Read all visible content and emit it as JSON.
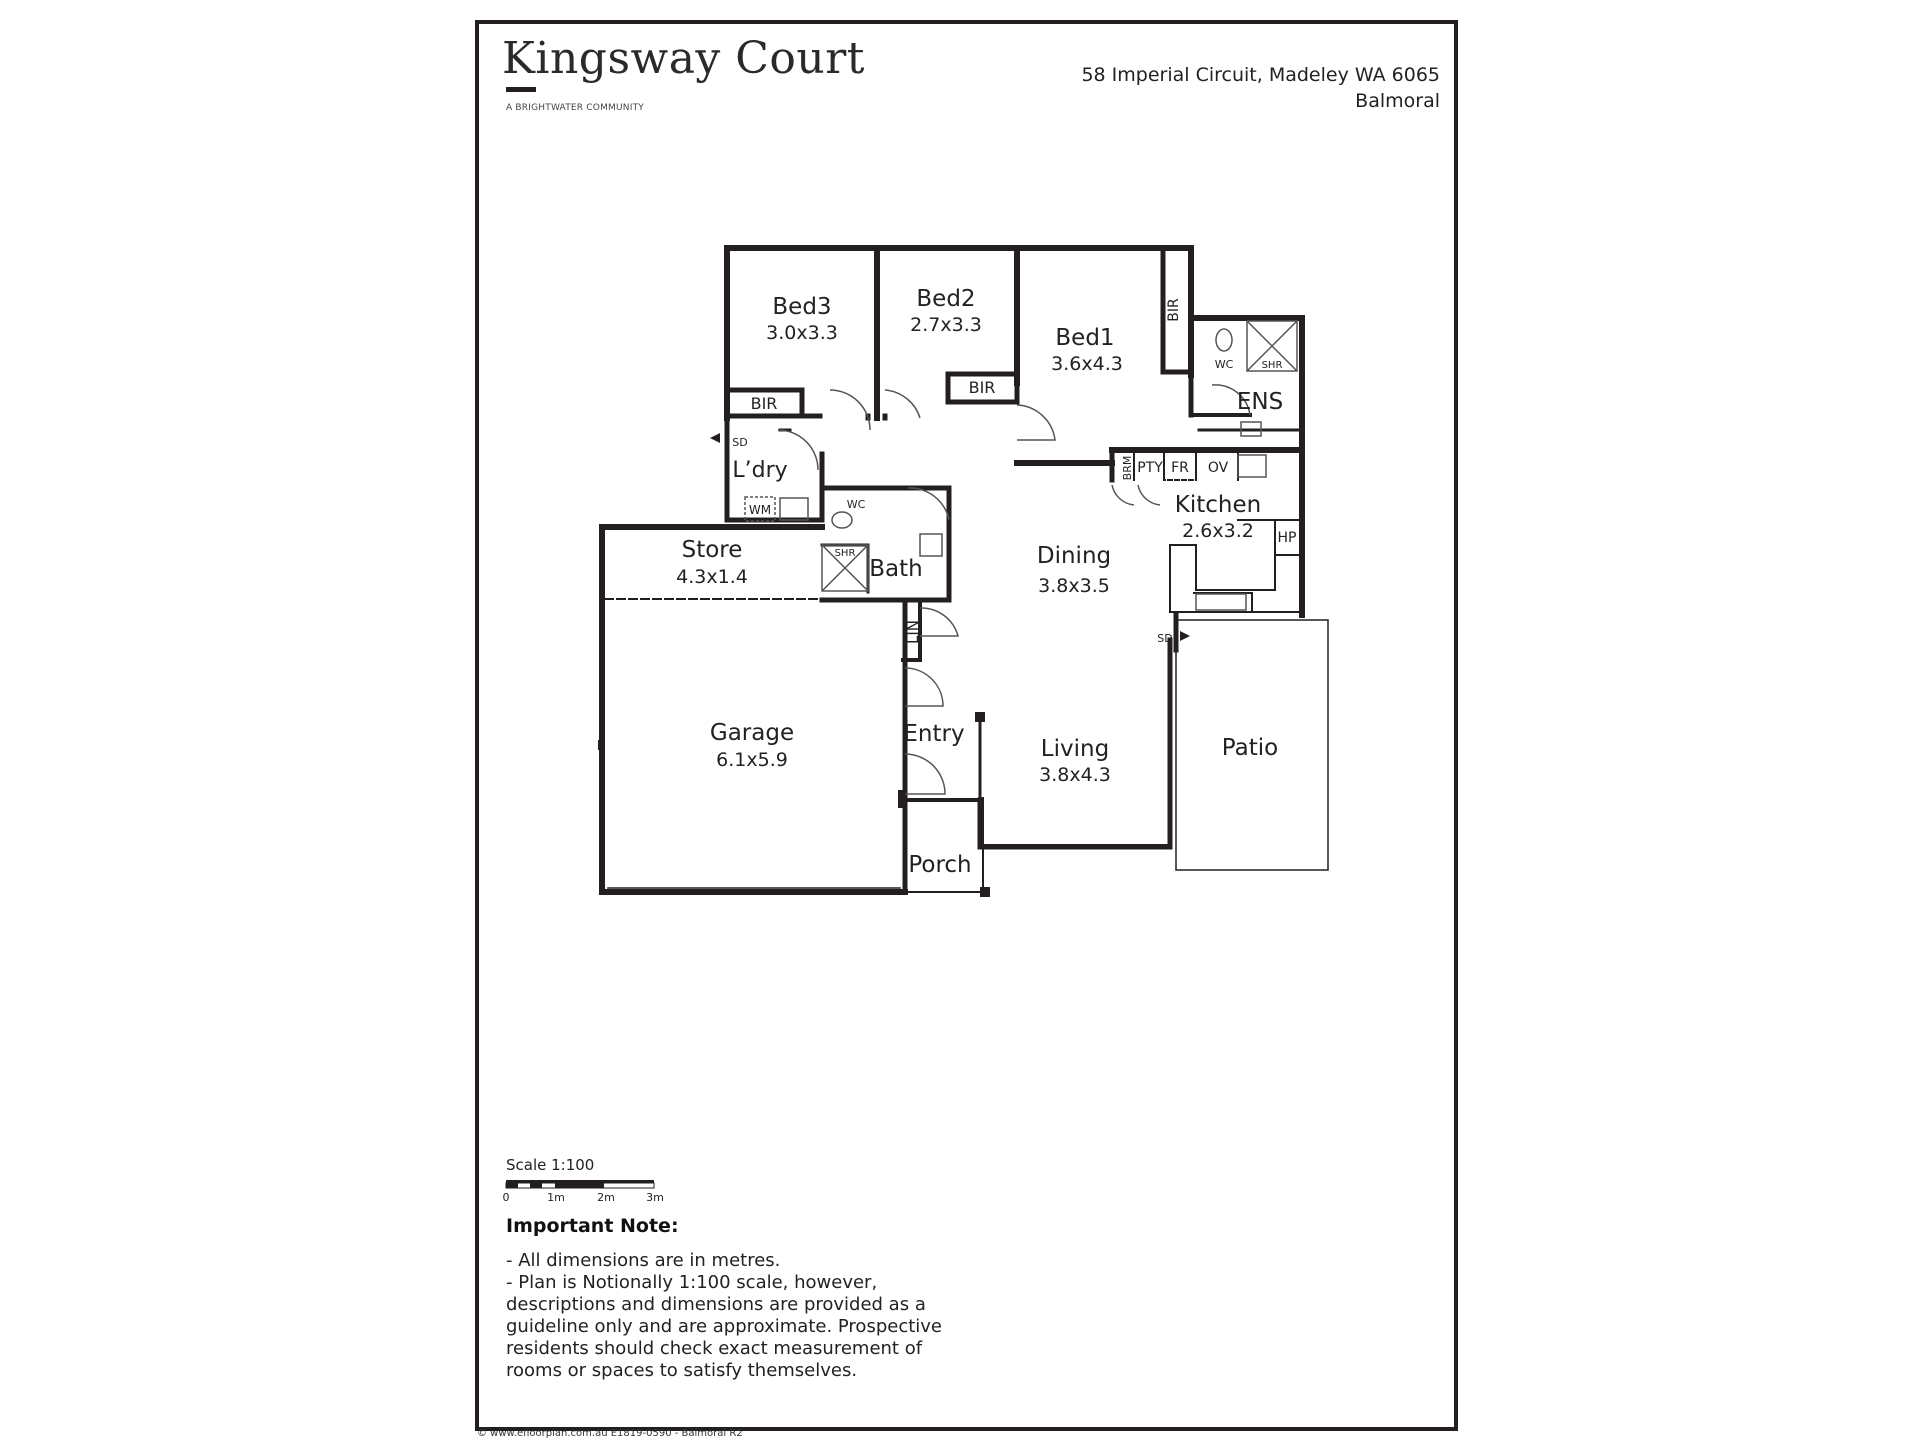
{
  "header": {
    "brand": "Kingsway Court",
    "tagline": "A BRIGHTWATER COMMUNITY",
    "address": "58 Imperial Circuit, Madeley WA 6065",
    "suburb": "Balmoral"
  },
  "rooms": {
    "bed3": {
      "name": "Bed3",
      "size": "3.0x3.3"
    },
    "bed2": {
      "name": "Bed2",
      "size": "2.7x3.3"
    },
    "bed1": {
      "name": "Bed1",
      "size": "3.6x4.3"
    },
    "ens": {
      "name": "ENS"
    },
    "laundry": {
      "name": "L’dry"
    },
    "store": {
      "name": "Store",
      "size": "4.3x1.4"
    },
    "bath": {
      "name": "Bath"
    },
    "dining": {
      "name": "Dining",
      "size": "3.8x3.5"
    },
    "kitchen": {
      "name": "Kitchen",
      "size": "2.6x3.2"
    },
    "garage": {
      "name": "Garage",
      "size": "6.1x5.9"
    },
    "entry": {
      "name": "Entry"
    },
    "living": {
      "name": "Living",
      "size": "3.8x4.3"
    },
    "patio": {
      "name": "Patio"
    },
    "porch": {
      "name": "Porch"
    }
  },
  "fixtures": {
    "bir": "BIR",
    "wc": "WC",
    "shr": "SHR",
    "sd": "SD",
    "wm": "WM",
    "lin": "LIN",
    "brm": "BRM",
    "pty": "PTY",
    "fr": "FR",
    "ov": "OV",
    "hp": "HP"
  },
  "scale": {
    "title": "Scale 1:100",
    "ticks": [
      "0",
      "1m",
      "2m",
      "3m"
    ]
  },
  "note": {
    "title": "Important Note:",
    "lines": [
      "- All dimensions are in metres.",
      "- Plan is Notionally 1:100 scale, however,",
      "descriptions and dimensions are provided as a",
      "guideline only and are approximate. Prospective",
      "residents should check exact measurement of",
      "rooms or spaces to satisfy themselves."
    ]
  },
  "footer": {
    "copyright": "© www.efloorplan.com.au  E1819-0590 - Balmoral R2"
  },
  "colors": {
    "wall": "#231f20",
    "thin_line": "#555555"
  }
}
